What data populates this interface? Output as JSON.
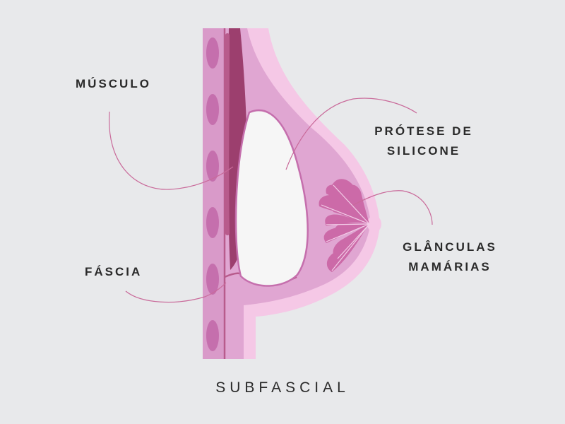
{
  "labels": {
    "muscle": "MÚSCULO",
    "fascia": "FÁSCIA",
    "implant_line1": "PRÓTESE DE",
    "implant_line2": "SILICONE",
    "glands_line1": "GLÂNCULAS",
    "glands_line2": "MAMÁRIAS"
  },
  "caption": "SUBFASCIAL",
  "colors": {
    "background": "#e8e9eb",
    "outer_skin": "#f5c8e6",
    "tissue": "#e0a6d2",
    "chest_wall": "#d99ac9",
    "rib_spots": "#c56fad",
    "muscle_dark": "#9c3f6e",
    "muscle_light": "#b85b8c",
    "implant": "#f6f6f6",
    "gland_lobes": "#cc6aa8",
    "leader_lines": "#c96a9a",
    "text": "#2a2a2a"
  }
}
